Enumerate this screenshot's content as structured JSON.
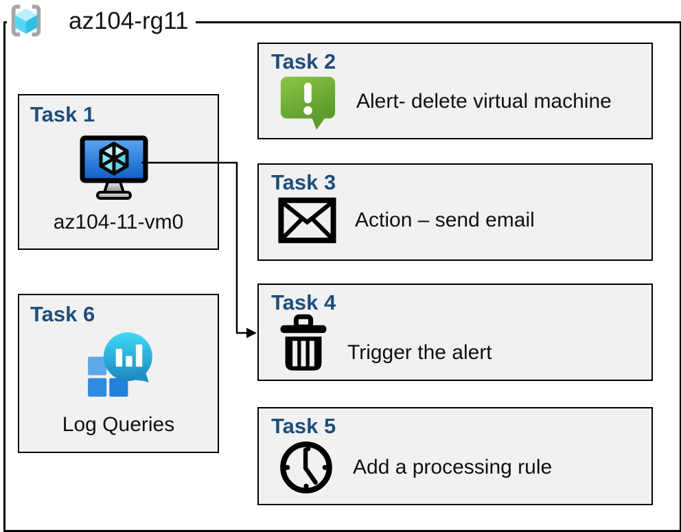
{
  "header": {
    "title": "az104-rg11",
    "icon": "resource-group-icon"
  },
  "tasks": [
    {
      "id": "task1",
      "label": "Task 1",
      "caption": "az104-11-vm0",
      "icon": "virtual-machine-icon"
    },
    {
      "id": "task2",
      "label": "Task 2",
      "caption": "Alert- delete virtual machine",
      "icon": "alert-icon"
    },
    {
      "id": "task3",
      "label": "Task 3",
      "caption": "Action – send email",
      "icon": "email-icon"
    },
    {
      "id": "task4",
      "label": "Task 4",
      "caption": "Trigger the alert",
      "icon": "trash-icon"
    },
    {
      "id": "task5",
      "label": "Task 5",
      "caption": "Add a processing rule",
      "icon": "clock-icon"
    },
    {
      "id": "task6",
      "label": "Task 6",
      "caption": "Log Queries",
      "icon": "log-queries-icon"
    }
  ],
  "arrow": {
    "from": "task1-virtual-machine",
    "to": "task4",
    "style": "elbow-right-down-right"
  },
  "colors": {
    "task_title": "#1f4e79",
    "box_fill": "#f1f1f2",
    "border": "#000000",
    "alert_green": "#76b83f",
    "vm_screen_blue": "#2173dc",
    "log_balloon_teal": "#2bb3dd",
    "log_square_blue": "#2e8ce3",
    "rg_cube_cyan": "#53d3f0"
  }
}
